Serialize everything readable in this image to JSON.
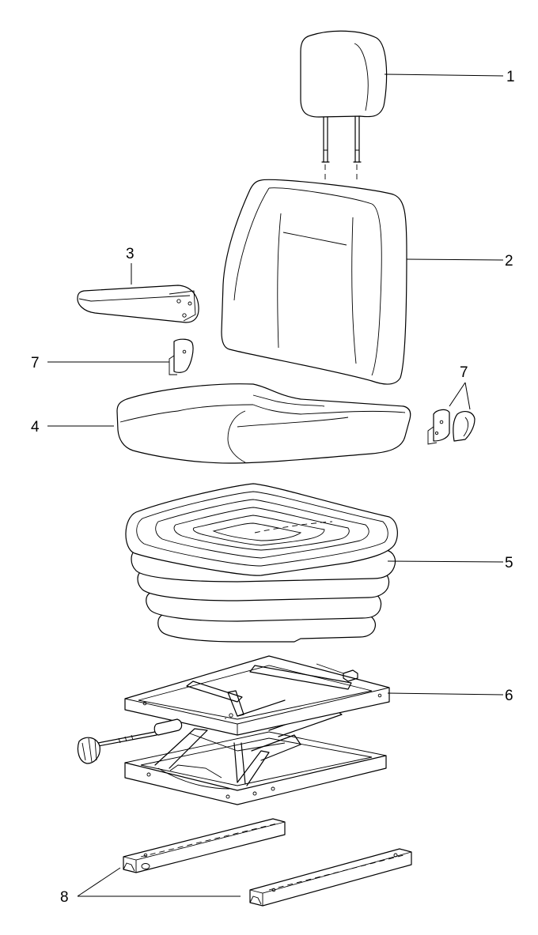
{
  "callouts": [
    {
      "id": "1",
      "label": "1"
    },
    {
      "id": "2",
      "label": "2"
    },
    {
      "id": "3",
      "label": "3"
    },
    {
      "id": "7a",
      "label": "7"
    },
    {
      "id": "7b",
      "label": "7"
    },
    {
      "id": "4",
      "label": "4"
    },
    {
      "id": "5",
      "label": "5"
    },
    {
      "id": "6",
      "label": "6"
    },
    {
      "id": "8",
      "label": "8"
    }
  ]
}
